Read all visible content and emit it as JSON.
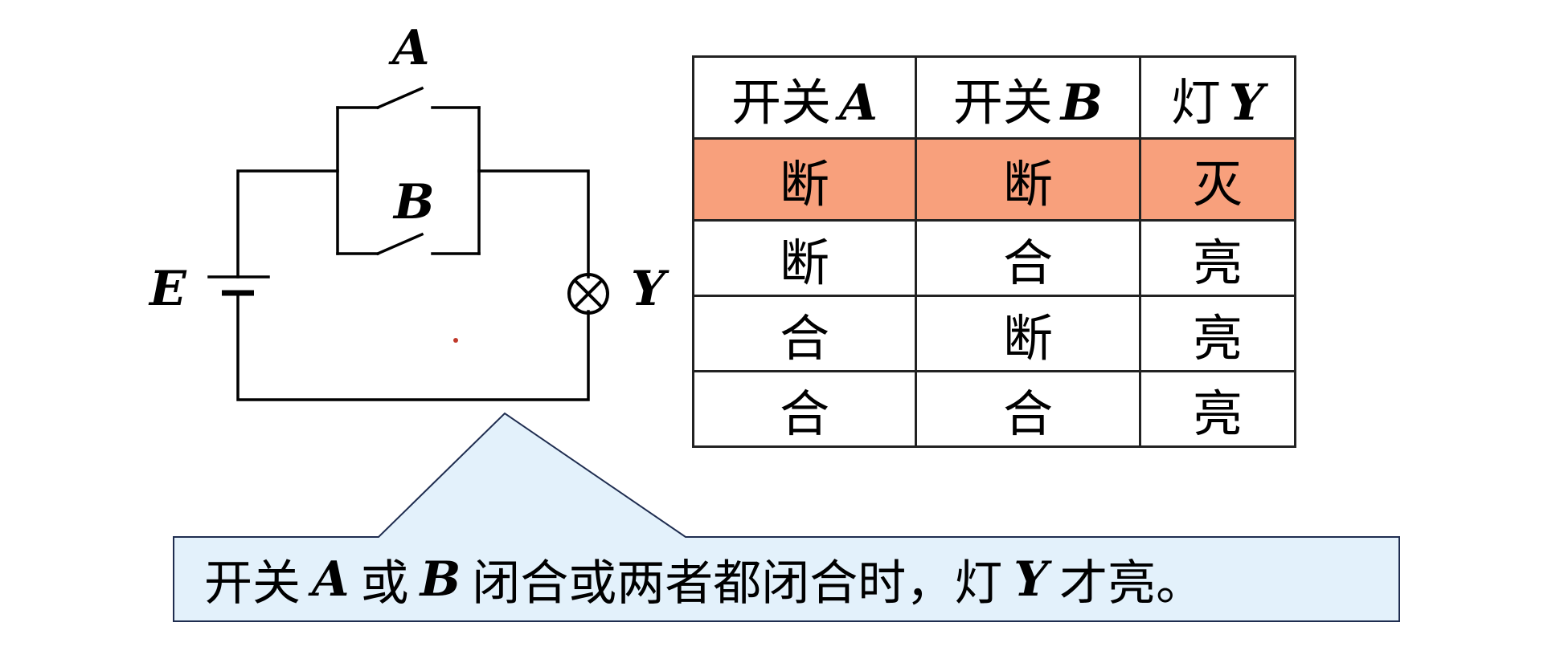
{
  "circuit": {
    "switch_a_label": "A",
    "switch_b_label": "B",
    "battery_label": "E",
    "lamp_label": "Y"
  },
  "truth_table": {
    "headers": [
      {
        "text": "开关",
        "var": "A"
      },
      {
        "text": "开关",
        "var": "B"
      },
      {
        "text": "灯",
        "var": "Y"
      }
    ],
    "rows": [
      [
        "断",
        "断",
        "灭"
      ],
      [
        "断",
        "合",
        "亮"
      ],
      [
        "合",
        "断",
        "亮"
      ],
      [
        "合",
        "合",
        "亮"
      ]
    ],
    "highlight_row_index": 0,
    "highlight_color": "#F8A07C"
  },
  "callout": {
    "part1": "开关",
    "var1": "A",
    "part2": "或",
    "var2": "B",
    "part3": "闭合或两者都闭合时，灯",
    "var3": "Y",
    "part4": "才亮。",
    "background_color": "#E3F1FB",
    "border_color": "#1F2D50"
  }
}
